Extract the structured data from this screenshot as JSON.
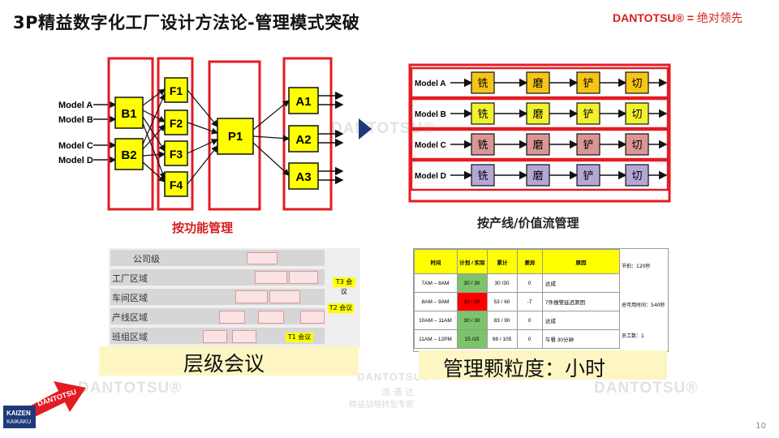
{
  "title": "3P精益数字化工厂设计方法论-管理模式突破",
  "brand": {
    "en": "DANTOTSU® =",
    "zh": "绝对领先"
  },
  "watermark": {
    "en": "DANTOTSU®",
    "zh_name": "浩 通 达",
    "zh_sub": "精益战略转型专家"
  },
  "logo": {
    "line1": "KAIZEN",
    "line2": "KAIKAKU",
    "arrow_text": "DANTOTSU"
  },
  "func_diagram": {
    "caption": "按功能管理",
    "models": [
      "Model A",
      "Model B",
      "Model C",
      "Model D"
    ],
    "b_nodes": [
      "B1",
      "B2"
    ],
    "f_nodes": [
      "F1",
      "F2",
      "F3",
      "F4"
    ],
    "p_nodes": [
      "P1"
    ],
    "a_nodes": [
      "A1",
      "A2",
      "A3"
    ]
  },
  "line_diagram": {
    "caption": "按产线/价值流管理",
    "rows": [
      {
        "model": "Model A",
        "steps": [
          "铣",
          "磨",
          "铲",
          "切"
        ],
        "color": "#f5c518"
      },
      {
        "model": "Model B",
        "steps": [
          "铣",
          "磨",
          "铲",
          "切"
        ],
        "color": "#f2f230"
      },
      {
        "model": "Model C",
        "steps": [
          "铣",
          "磨",
          "铲",
          "切"
        ],
        "color": "#d99694"
      },
      {
        "model": "Model D",
        "steps": [
          "铣",
          "磨",
          "铲",
          "切"
        ],
        "color": "#b4a7d6"
      }
    ]
  },
  "hierarchy": {
    "levels": [
      "公司级",
      "工厂区域",
      "车间区域",
      "产线区域",
      "班组区域"
    ],
    "meetings": [
      "T3 会议",
      "T2 会议",
      "T1 会议"
    ],
    "caption": "层级会议"
  },
  "table": {
    "headers": [
      "时间",
      "计划 / 实际",
      "累计",
      "差异",
      "原因"
    ],
    "rows": [
      [
        "7AM – 8AM",
        "30 / 30",
        "30 /30",
        "0",
        "达成"
      ],
      [
        "8AM – 9AM",
        "33 / 30",
        "53 / 60",
        "-7",
        "7件报警延迟原因"
      ],
      [
        "10AM – 11AM",
        "30 / 30",
        "83 / 90",
        "0",
        "达成"
      ],
      [
        "11AM – 12PM",
        "15 /15",
        "98 / 105",
        "0",
        "午餐 30分钟"
      ]
    ],
    "side_notes": [
      "节拍：120秒",
      "总可用时间：540秒",
      "员工数：1"
    ],
    "caption": "管理颗粒度：小时"
  },
  "slide_number": "10",
  "colors": {
    "red": "#e31c23",
    "yellow": "#ffff00",
    "navy": "#1f3a78"
  }
}
